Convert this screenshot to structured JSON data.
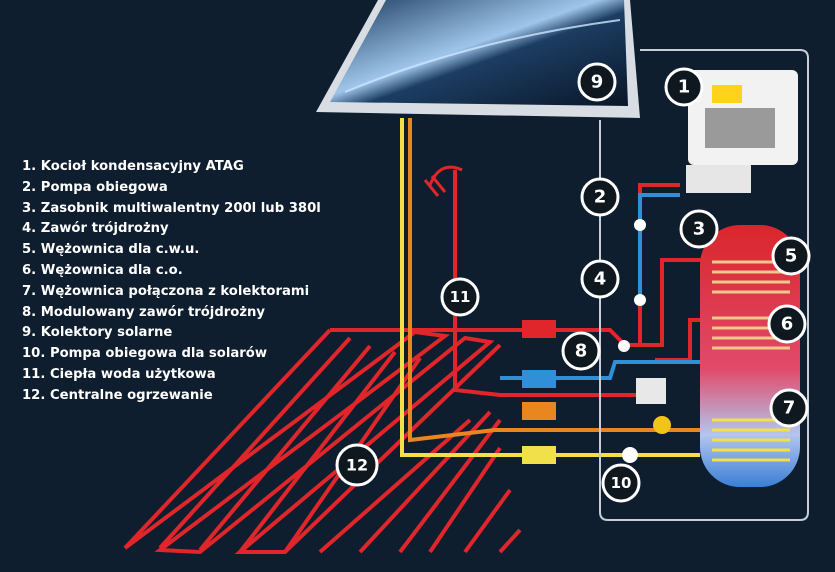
{
  "legend": [
    "1. Kocioł kondensacyjny ATAG",
    "2. Pompa obiegowa",
    "3. Zasobnik multiwalentny 200l lub 380l",
    "4. Zawór trójdrożny",
    "5. Wężownica dla c.w.u.",
    "6. Wężownica dla c.o.",
    "7. Wężownica połączona z kolektorami",
    "8. Modulowany zawór trójdrożny",
    "9. Kolektory solarne",
    "10. Pompa obiegowa dla solarów",
    "11. Ciepła woda użytkowa",
    "12. Centralne ogrzewanie"
  ],
  "markers": [
    "1",
    "2",
    "3",
    "4",
    "5",
    "6",
    "7",
    "8",
    "9",
    "10",
    "11",
    "12"
  ],
  "colors": {
    "background": "#0f1e2e",
    "hot": "#e0262b",
    "cold": "#2f8fd8",
    "solar": "#f2e04a",
    "orange": "#e8861f",
    "marker_fill": "#10181f",
    "marker_ring": "#ffffff"
  }
}
